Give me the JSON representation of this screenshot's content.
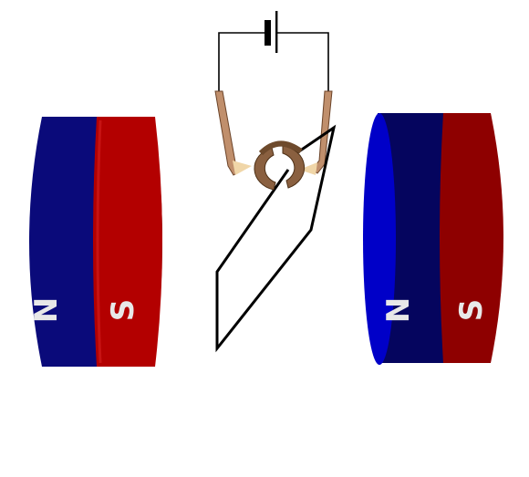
{
  "magnets": [
    {
      "name": "left-magnet",
      "north_label": "N",
      "south_label": "S",
      "north_color": "#0a0a7a",
      "south_color": "#b30000"
    },
    {
      "name": "right-magnet",
      "north_label": "N",
      "south_label": "S",
      "north_color": "#05055e",
      "south_color": "#8e0000",
      "face_color": "#0000c8"
    }
  ],
  "circuit": {
    "components": [
      "battery",
      "wires",
      "brushes",
      "split-ring-commutator",
      "coil"
    ],
    "wire_color": "#000000",
    "brush_color": "#c08f6c",
    "commutator_color": "#8a6040"
  }
}
